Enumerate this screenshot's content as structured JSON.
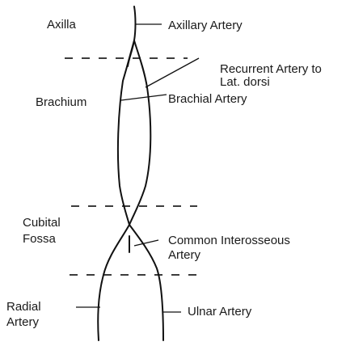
{
  "regions": {
    "axilla": "Axilla",
    "brachium": "Brachium",
    "cubital_line1": "Cubital",
    "cubital_line2": "Fossa",
    "radial_line1": "Radial",
    "radial_line2": "Artery"
  },
  "vessels": {
    "axillary": "Axillary Artery",
    "recurrent_line1": "Recurrent Artery to",
    "recurrent_line2": "Lat.  dorsi",
    "brachial": "Brachial Artery",
    "interosseous_line1": "Common Interosseous",
    "interosseous_line2": "Artery",
    "ulnar": "Ulnar Artery"
  }
}
